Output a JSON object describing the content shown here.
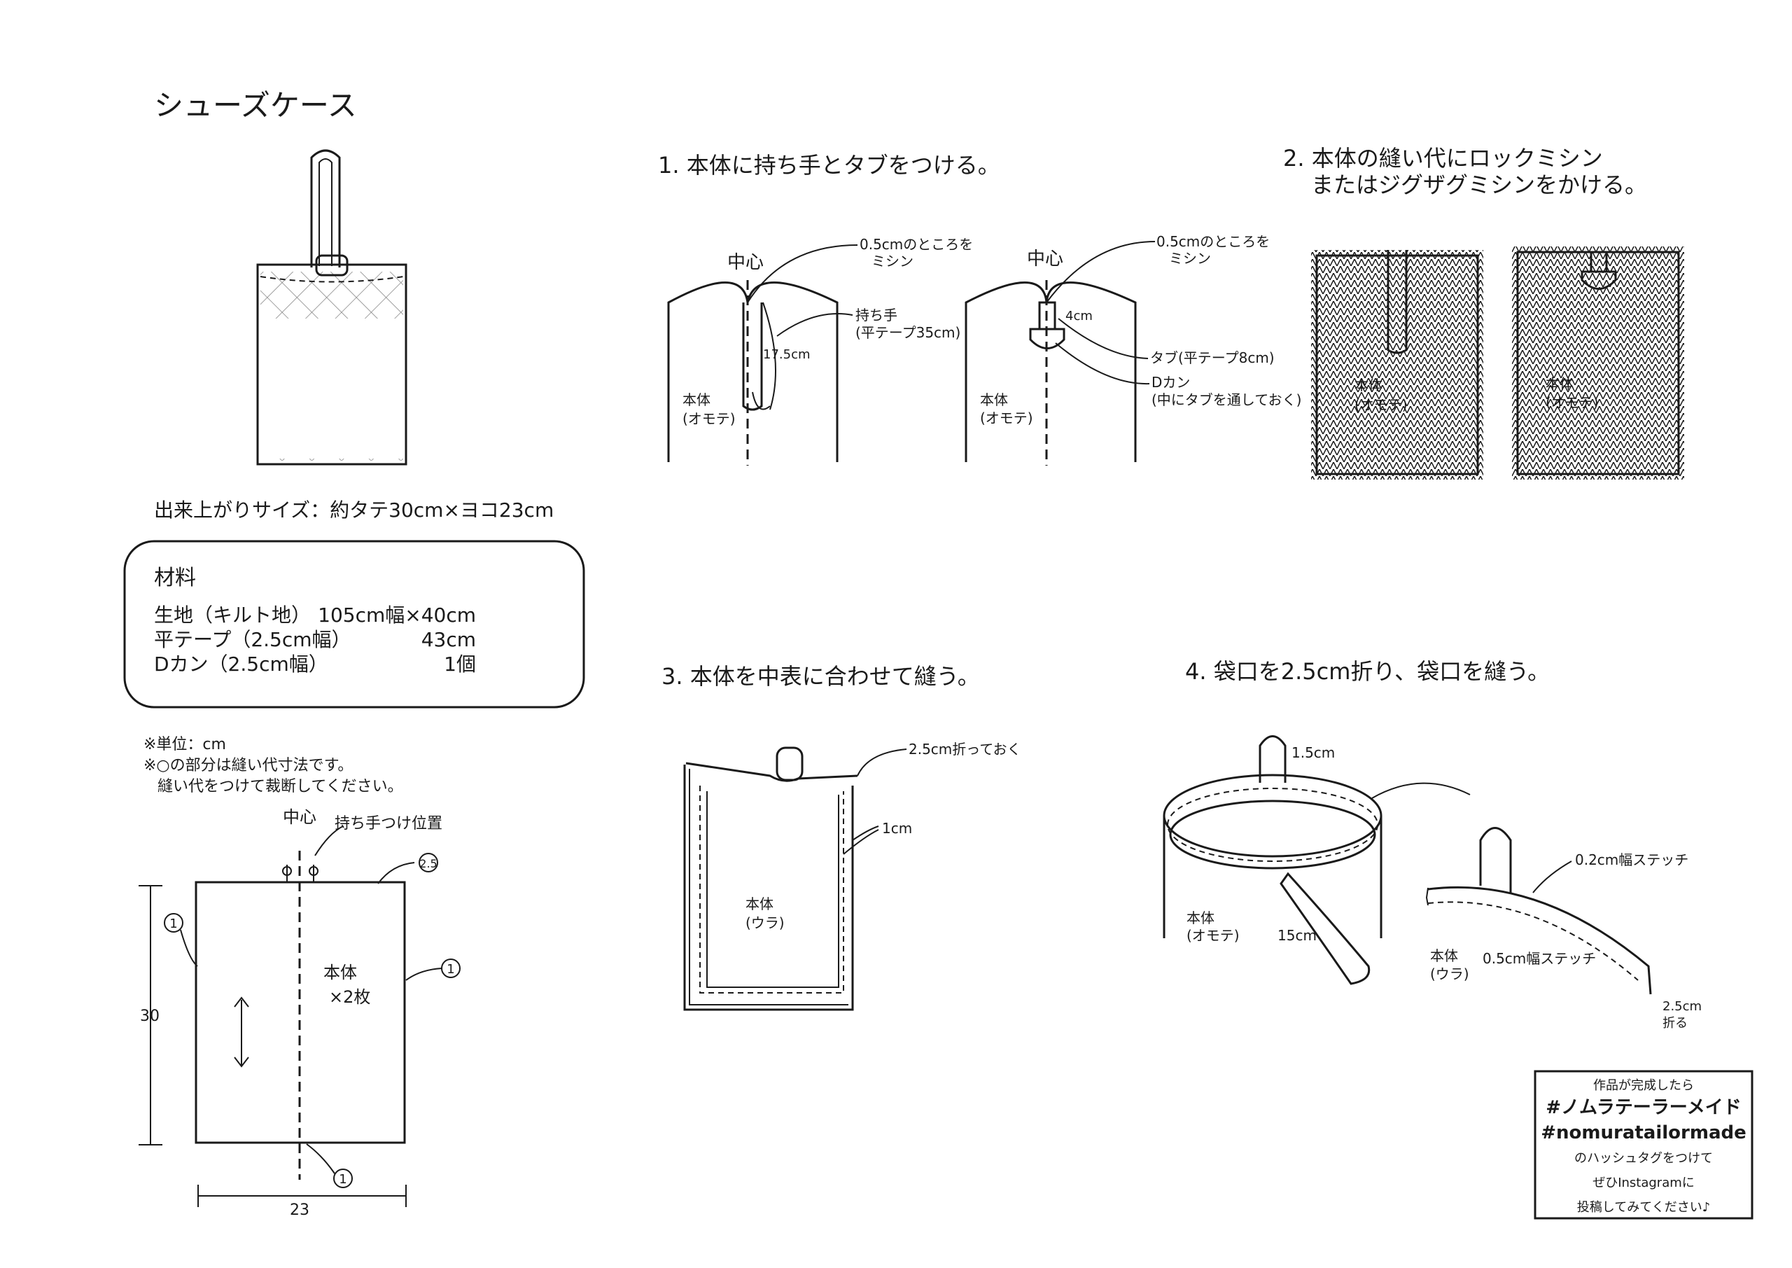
{
  "title": "シューズケース",
  "finished_size": "出来上がりサイズ：約タテ30cm×ヨコ23cm",
  "materials": {
    "heading": "材料",
    "items": [
      {
        "name": "生地（キルト地）",
        "qty": "105cm幅×40cm"
      },
      {
        "name": "平テープ（2.5cm幅）",
        "qty": "43cm"
      },
      {
        "name": "Dカン（2.5cm幅）",
        "qty": "1個"
      }
    ]
  },
  "notes": [
    "※単位：cm",
    "※○の部分は縫い代寸法です。",
    "縫い代をつけて裁断してください。"
  ],
  "pattern": {
    "center": "中心",
    "handle_position": "持ち手つけ位置",
    "body_label": "本体",
    "count_label": "×2枚",
    "height": "30",
    "width": "23",
    "seam_top": "2.5",
    "seam_side": "1",
    "seam_bottom": "1"
  },
  "step1": {
    "heading": "1. 本体に持ち手とタブをつける。",
    "center": "中心",
    "stitch_note": [
      "0.5cmのところを",
      "ミシン"
    ],
    "handle_label": [
      "持ち手",
      "(平テープ35cm)"
    ],
    "handle_len": "17.5cm",
    "body_label": [
      "本体",
      "(オモテ)"
    ],
    "tab_len": "4cm",
    "tab_label": "タブ(平テープ8cm)",
    "dring_label": [
      "Dカン",
      "(中にタブを通しておく)"
    ]
  },
  "step2": {
    "heading": [
      "2. 本体の縫い代にロックミシン",
      "またはジグザグミシンをかける。"
    ],
    "body_label": [
      "本体",
      "(オモテ)"
    ]
  },
  "step3": {
    "heading": "3. 本体を中表に合わせて縫う。",
    "fold_note": "2.5cm折っておく",
    "seam": "1cm",
    "body_label": [
      "本体",
      "(ウラ)"
    ]
  },
  "step4": {
    "heading": "4. 袋口を2.5cm折り、袋口を縫う。",
    "tab_len": "1.5cm",
    "handle_len": "15cm",
    "body_front": [
      "本体",
      "(オモテ)"
    ],
    "body_back": [
      "本体",
      "(ウラ)"
    ],
    "stitch_02": "0.2cm幅ステッチ",
    "stitch_05": "0.5cm幅ステッチ",
    "fold": [
      "2.5cm",
      "折る"
    ]
  },
  "hashtag_box": {
    "line1": "作品が完成したら",
    "tag1": "#ノムラテーラーメイド",
    "tag2": "#nomuratailormade",
    "line2": "のハッシュタグをつけて",
    "line3": "ぜひInstagramに",
    "line4": "投稿してみてください♪"
  }
}
